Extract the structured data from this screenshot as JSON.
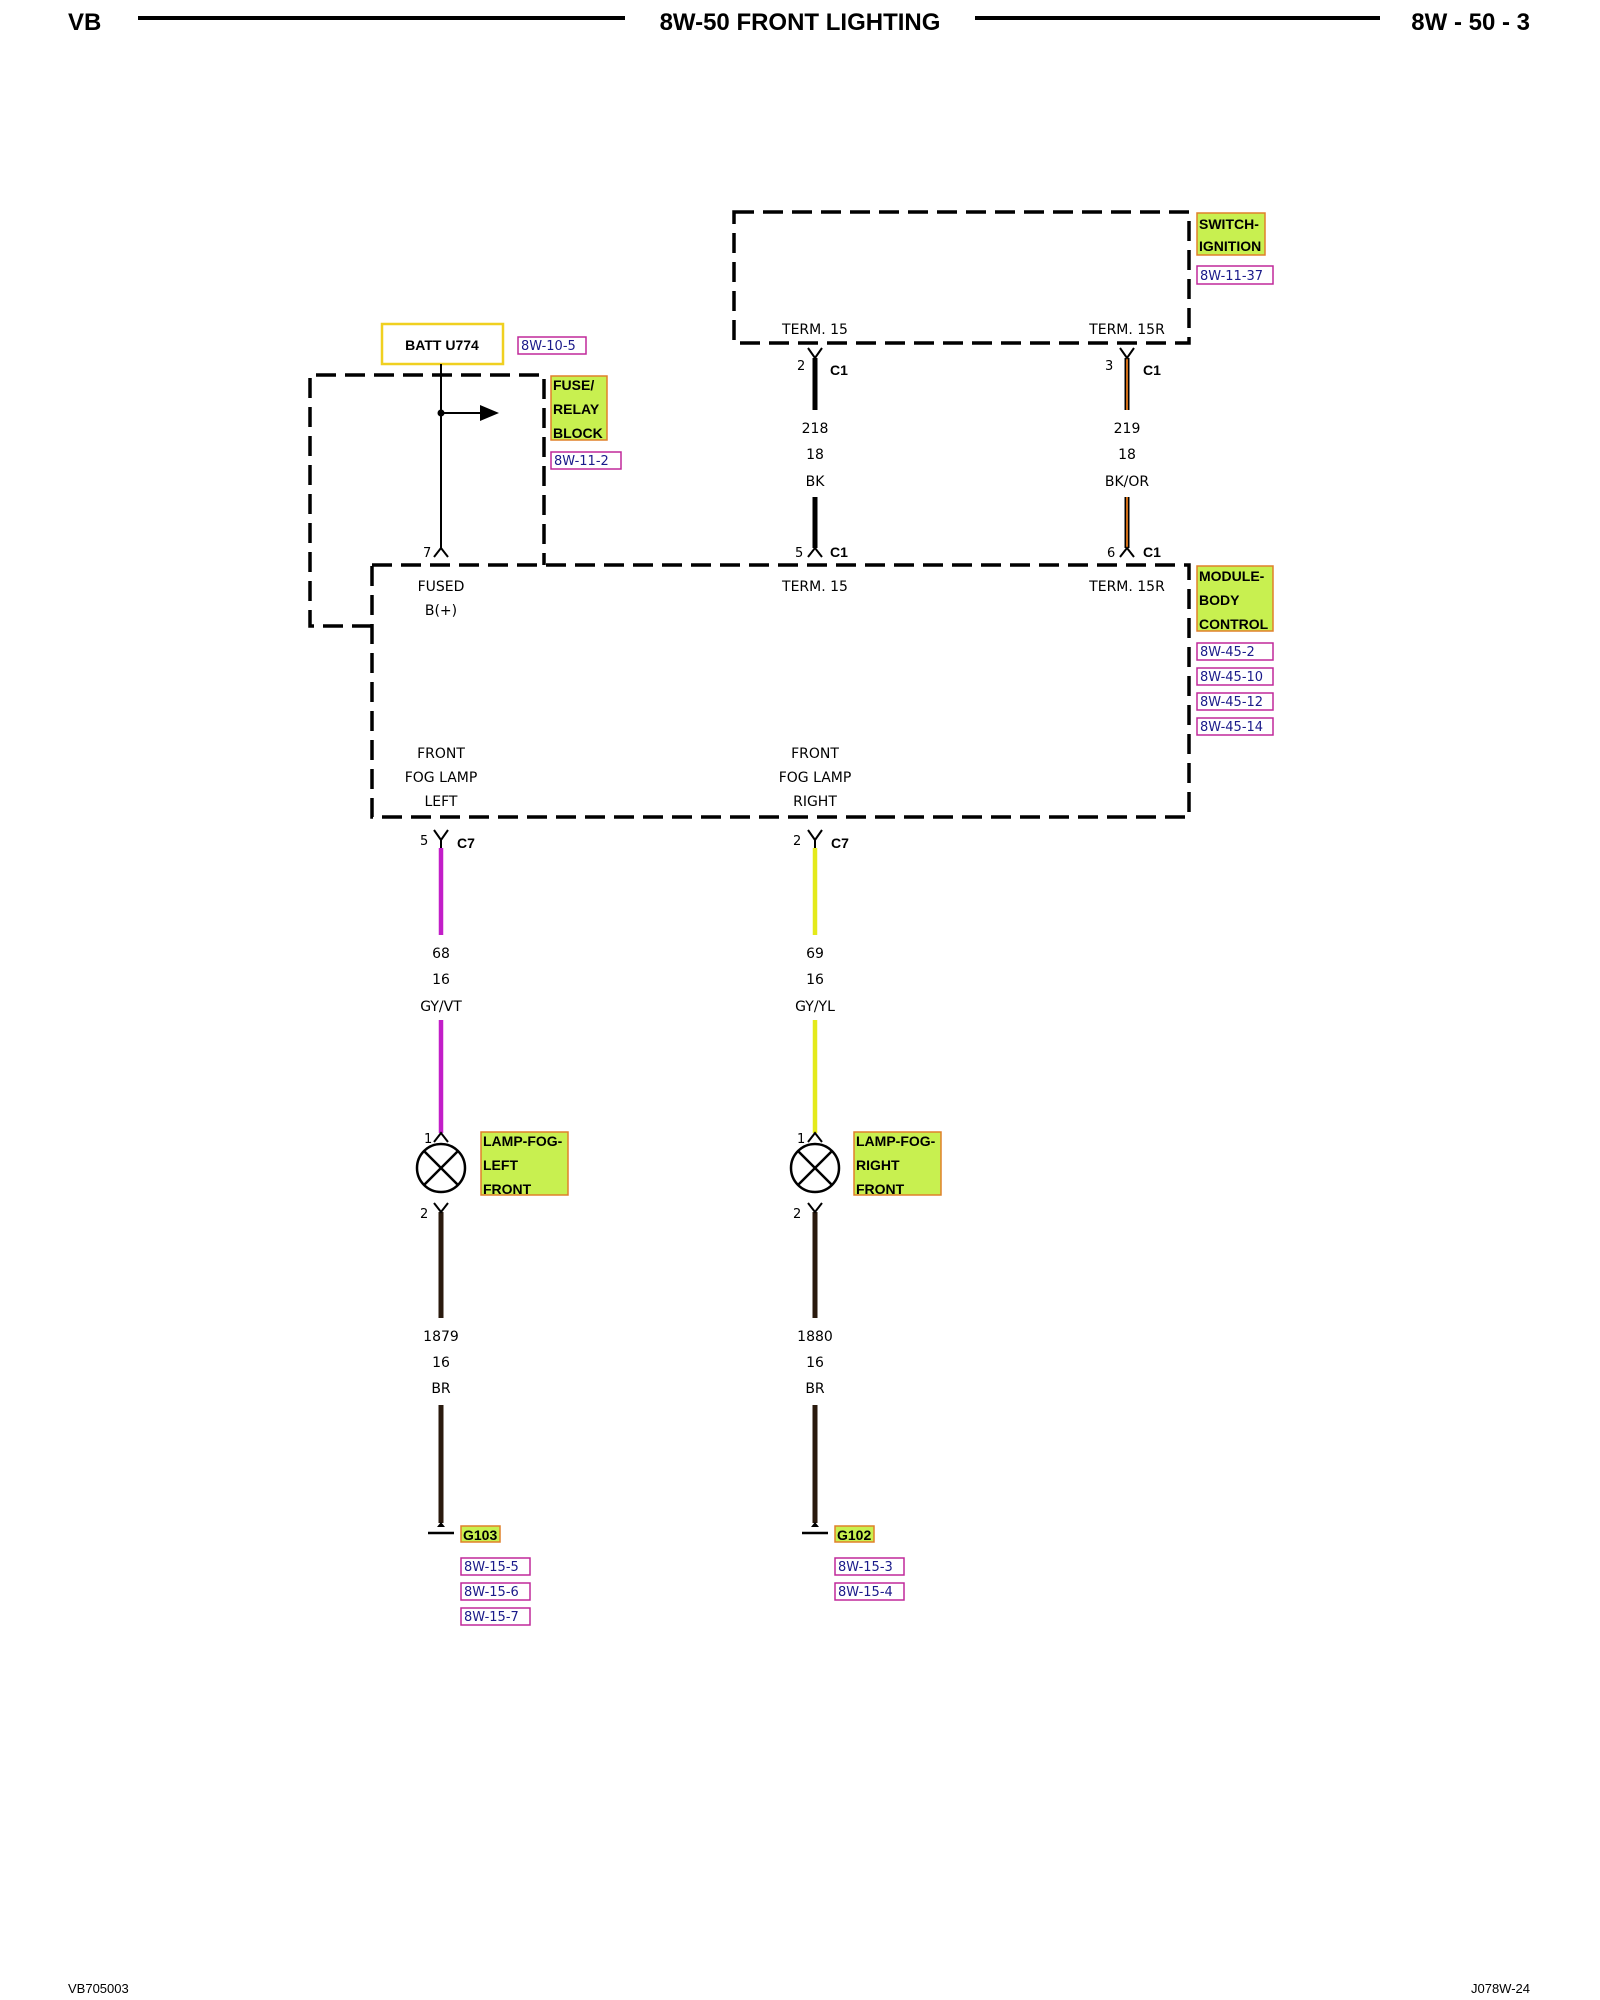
{
  "header": {
    "left": "VB",
    "title": "8W-50 FRONT LIGHTING",
    "page": "8W - 50 - 3"
  },
  "footer": {
    "left": "VB705003",
    "right": "J078W-24"
  },
  "components": {
    "switch": {
      "lines": [
        "SWITCH-",
        "IGNITION"
      ],
      "refs": [
        "8W-11-37"
      ],
      "term_left": "TERM. 15",
      "term_right": "TERM. 15R"
    },
    "batt": {
      "label": "BATT U774",
      "ref": "8W-10-5"
    },
    "fuse": {
      "lines": [
        "FUSE/",
        "RELAY",
        "BLOCK"
      ],
      "refs": [
        "8W-11-2"
      ]
    },
    "module": {
      "lines": [
        "MODULE-",
        "BODY",
        "CONTROL"
      ],
      "refs": [
        "8W-45-2",
        "8W-45-10",
        "8W-45-12",
        "8W-45-14"
      ],
      "fused_lines": [
        "FUSED",
        "B(+)"
      ],
      "term15": "TERM. 15",
      "term15r": "TERM. 15R",
      "fog_left_lines": [
        "FRONT",
        "FOG LAMP",
        "LEFT"
      ],
      "fog_right_lines": [
        "FRONT",
        "FOG LAMP",
        "RIGHT"
      ]
    },
    "lamp_left": {
      "lines": [
        "LAMP-FOG-",
        "LEFT",
        "FRONT"
      ]
    },
    "lamp_right": {
      "lines": [
        "LAMP-FOG-",
        "RIGHT",
        "FRONT"
      ]
    },
    "g103": {
      "label": "G103",
      "refs": [
        "8W-15-5",
        "8W-15-6",
        "8W-15-7"
      ]
    },
    "g102": {
      "label": "G102",
      "refs": [
        "8W-15-3",
        "8W-15-4"
      ]
    }
  },
  "connectors": {
    "sw_t15": {
      "pin": "2",
      "name": "C1"
    },
    "sw_t15r": {
      "pin": "3",
      "name": "C1"
    },
    "bcm_fused": {
      "pin": "7"
    },
    "bcm_t15": {
      "pin": "5",
      "name": "C1"
    },
    "bcm_t15r": {
      "pin": "6",
      "name": "C1"
    },
    "bcm_fog_left": {
      "pin": "5",
      "name": "C7"
    },
    "bcm_fog_right": {
      "pin": "2",
      "name": "C7"
    },
    "lamp_left_in": {
      "pin": "1"
    },
    "lamp_left_out": {
      "pin": "2"
    },
    "lamp_right_in": {
      "pin": "1"
    },
    "lamp_right_out": {
      "pin": "2"
    }
  },
  "wires": [
    {
      "id": "218",
      "lines": [
        "218",
        "18",
        "BK"
      ],
      "color": "#000000",
      "stripe": null
    },
    {
      "id": "219",
      "lines": [
        "219",
        "18",
        "BK/OR"
      ],
      "color": "#000000",
      "stripe": "#e87a1a"
    },
    {
      "id": "68",
      "lines": [
        "68",
        "16",
        "GY/VT"
      ],
      "color": "#8a8a8a",
      "stripe": "#c21ec8"
    },
    {
      "id": "69",
      "lines": [
        "69",
        "16",
        "GY/YL"
      ],
      "color": "#8a8a8a",
      "stripe": "#e8e81a"
    },
    {
      "id": "1879",
      "lines": [
        "1879",
        "16",
        "BR"
      ],
      "color": "#3a2012",
      "stripe": null
    },
    {
      "id": "1880",
      "lines": [
        "1880",
        "16",
        "BR"
      ],
      "color": "#3a2012",
      "stripe": null
    }
  ],
  "colors": {
    "component_fill": "#c8f050",
    "component_border": "#e0802a",
    "ref_border": "#c0289a",
    "batt_border": "#f0d020"
  }
}
